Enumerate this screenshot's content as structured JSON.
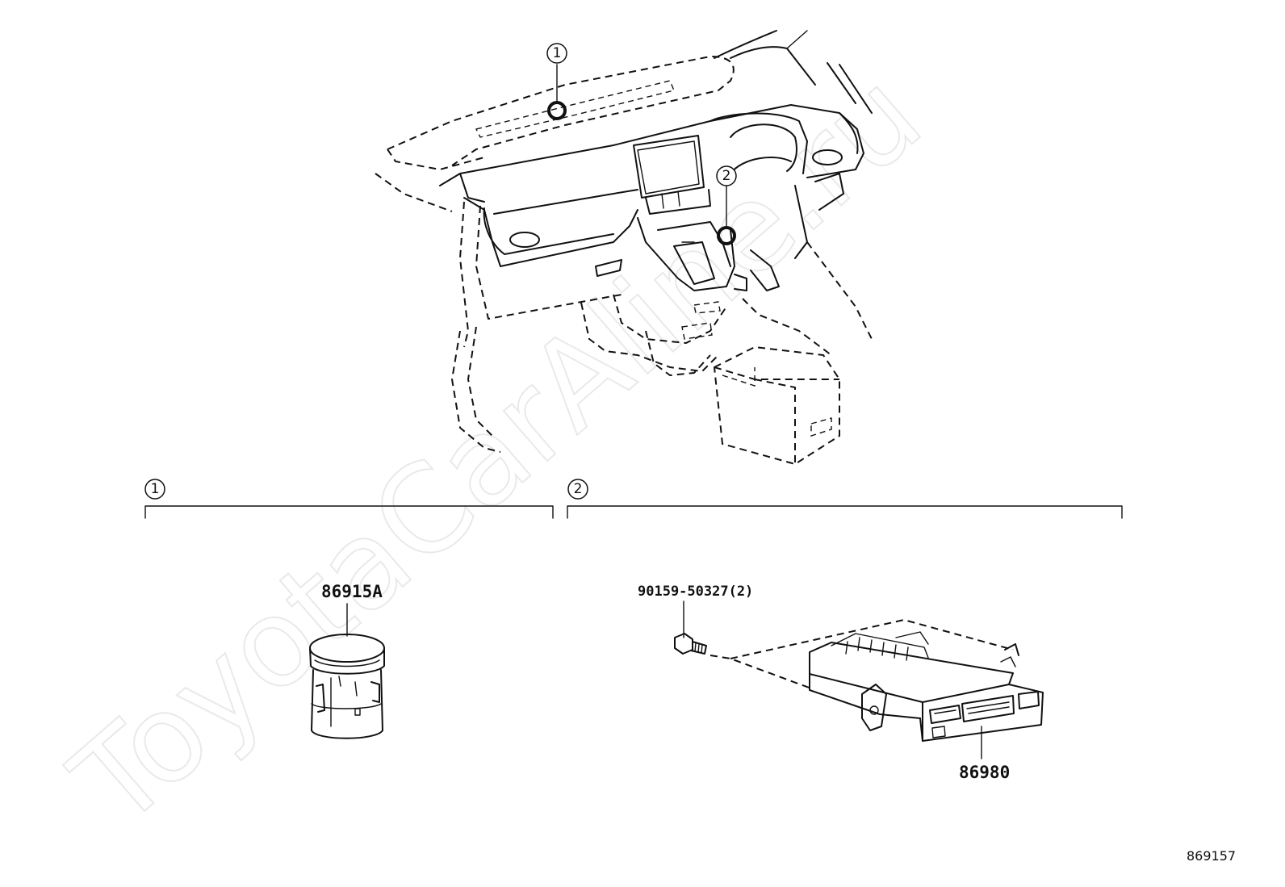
{
  "watermark": "ToyotaCarAline.ru",
  "callouts": {
    "top_1": "1",
    "top_2": "2"
  },
  "groups": [
    {
      "number": "1",
      "parts": [
        {
          "label": "86915A"
        }
      ]
    },
    {
      "number": "2",
      "parts": [
        {
          "label": "90159-50327(2)"
        },
        {
          "label": "86980"
        }
      ]
    }
  ],
  "figure_number": "869157"
}
